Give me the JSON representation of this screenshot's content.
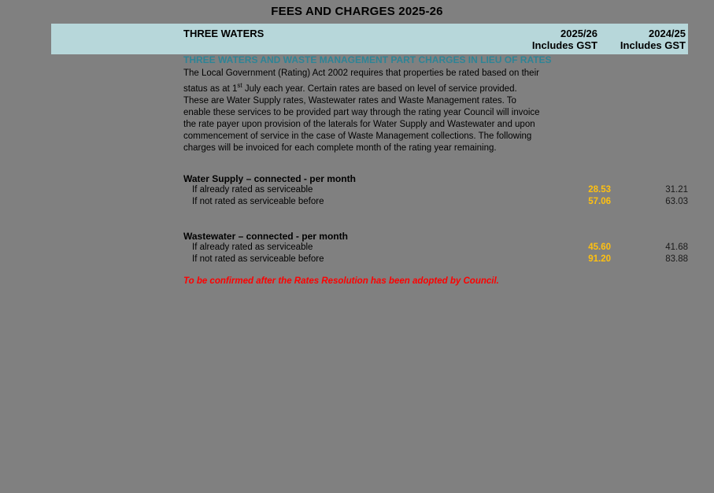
{
  "page": {
    "title": "FEES AND CHARGES 2025-26"
  },
  "header_bar": {
    "section_title": "THREE WATERS",
    "columns": [
      {
        "year": "2025/26",
        "note": "Includes GST"
      },
      {
        "year": "2024/25",
        "note": "Includes GST"
      }
    ]
  },
  "content": {
    "heading": "THREE WATERS AND WASTE MANAGEMENT PART CHARGES IN LIEU OF RATES",
    "intro_before_sup": "The Local Government (Rating) Act 2002 requires that properties be rated based on their status as at 1",
    "intro_sup": "st",
    "intro_after_sup": " July each year. Certain rates are based on level of service provided. These are Water Supply rates, Wastewater rates and Waste Management rates. To enable these services to be provided part way through the rating year Council will invoice the rate payer upon provision of the laterals for Water Supply and Wastewater and upon commencement of service in the case of Waste Management collections. The following charges will be invoiced for each complete month of the rating year remaining.",
    "sections": [
      {
        "heading": "Water Supply – connected - per month",
        "rows": [
          {
            "label": "If already rated as serviceable",
            "value_2025_26": "28.53",
            "value_2024_25": "31.21"
          },
          {
            "label": "If not rated as serviceable before",
            "value_2025_26": "57.06",
            "value_2024_25": "63.03"
          }
        ]
      },
      {
        "heading": "Wastewater – connected - per month",
        "rows": [
          {
            "label": "If already rated as serviceable",
            "value_2025_26": "45.60",
            "value_2024_25": "41.68"
          },
          {
            "label": "If not rated as serviceable before",
            "value_2025_26": "91.20",
            "value_2024_25": "83.88"
          }
        ]
      }
    ],
    "footnote": "To be confirmed after the Rates Resolution has been adopted by Council."
  },
  "colors": {
    "page_background": "#808080",
    "header_bar_background": "#b7d7da",
    "heading_teal": "#2e8496",
    "value_2025_26_yellow": "#fec011",
    "footnote_red": "#fe0000"
  }
}
